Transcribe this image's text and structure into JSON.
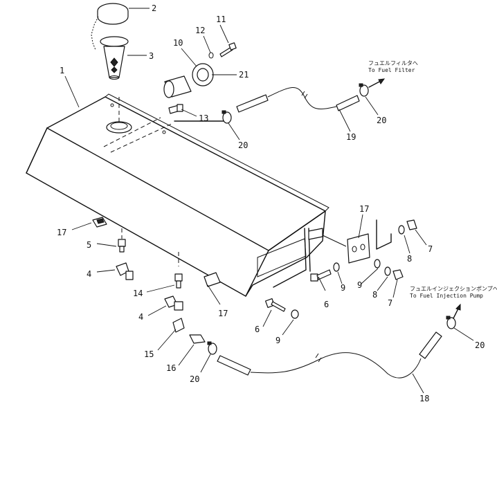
{
  "callouts": {
    "c1": "1",
    "c2": "2",
    "c3": "3",
    "c4a": "4",
    "c4b": "4",
    "c5": "5",
    "c6a": "6",
    "c6b": "6",
    "c7a": "7",
    "c7b": "7",
    "c8a": "8",
    "c8b": "8",
    "c9a": "9",
    "c9b": "9",
    "c9c": "9",
    "c10": "10",
    "c11": "11",
    "c12": "12",
    "c13": "13",
    "c14": "14",
    "c15": "15",
    "c16": "16",
    "c17a": "17",
    "c17b": "17",
    "c17c": "17",
    "c18": "18",
    "c19": "19",
    "c20a": "20",
    "c20b": "20",
    "c20c": "20",
    "c20d": "20",
    "c21": "21"
  },
  "notes": {
    "filter_jp": "フュエルフィルタへ",
    "filter_en": "To Fuel Filter",
    "injection_jp": "フュエルインジェクションポンプへ",
    "injection_en": "To Fuel Injection Pump"
  }
}
